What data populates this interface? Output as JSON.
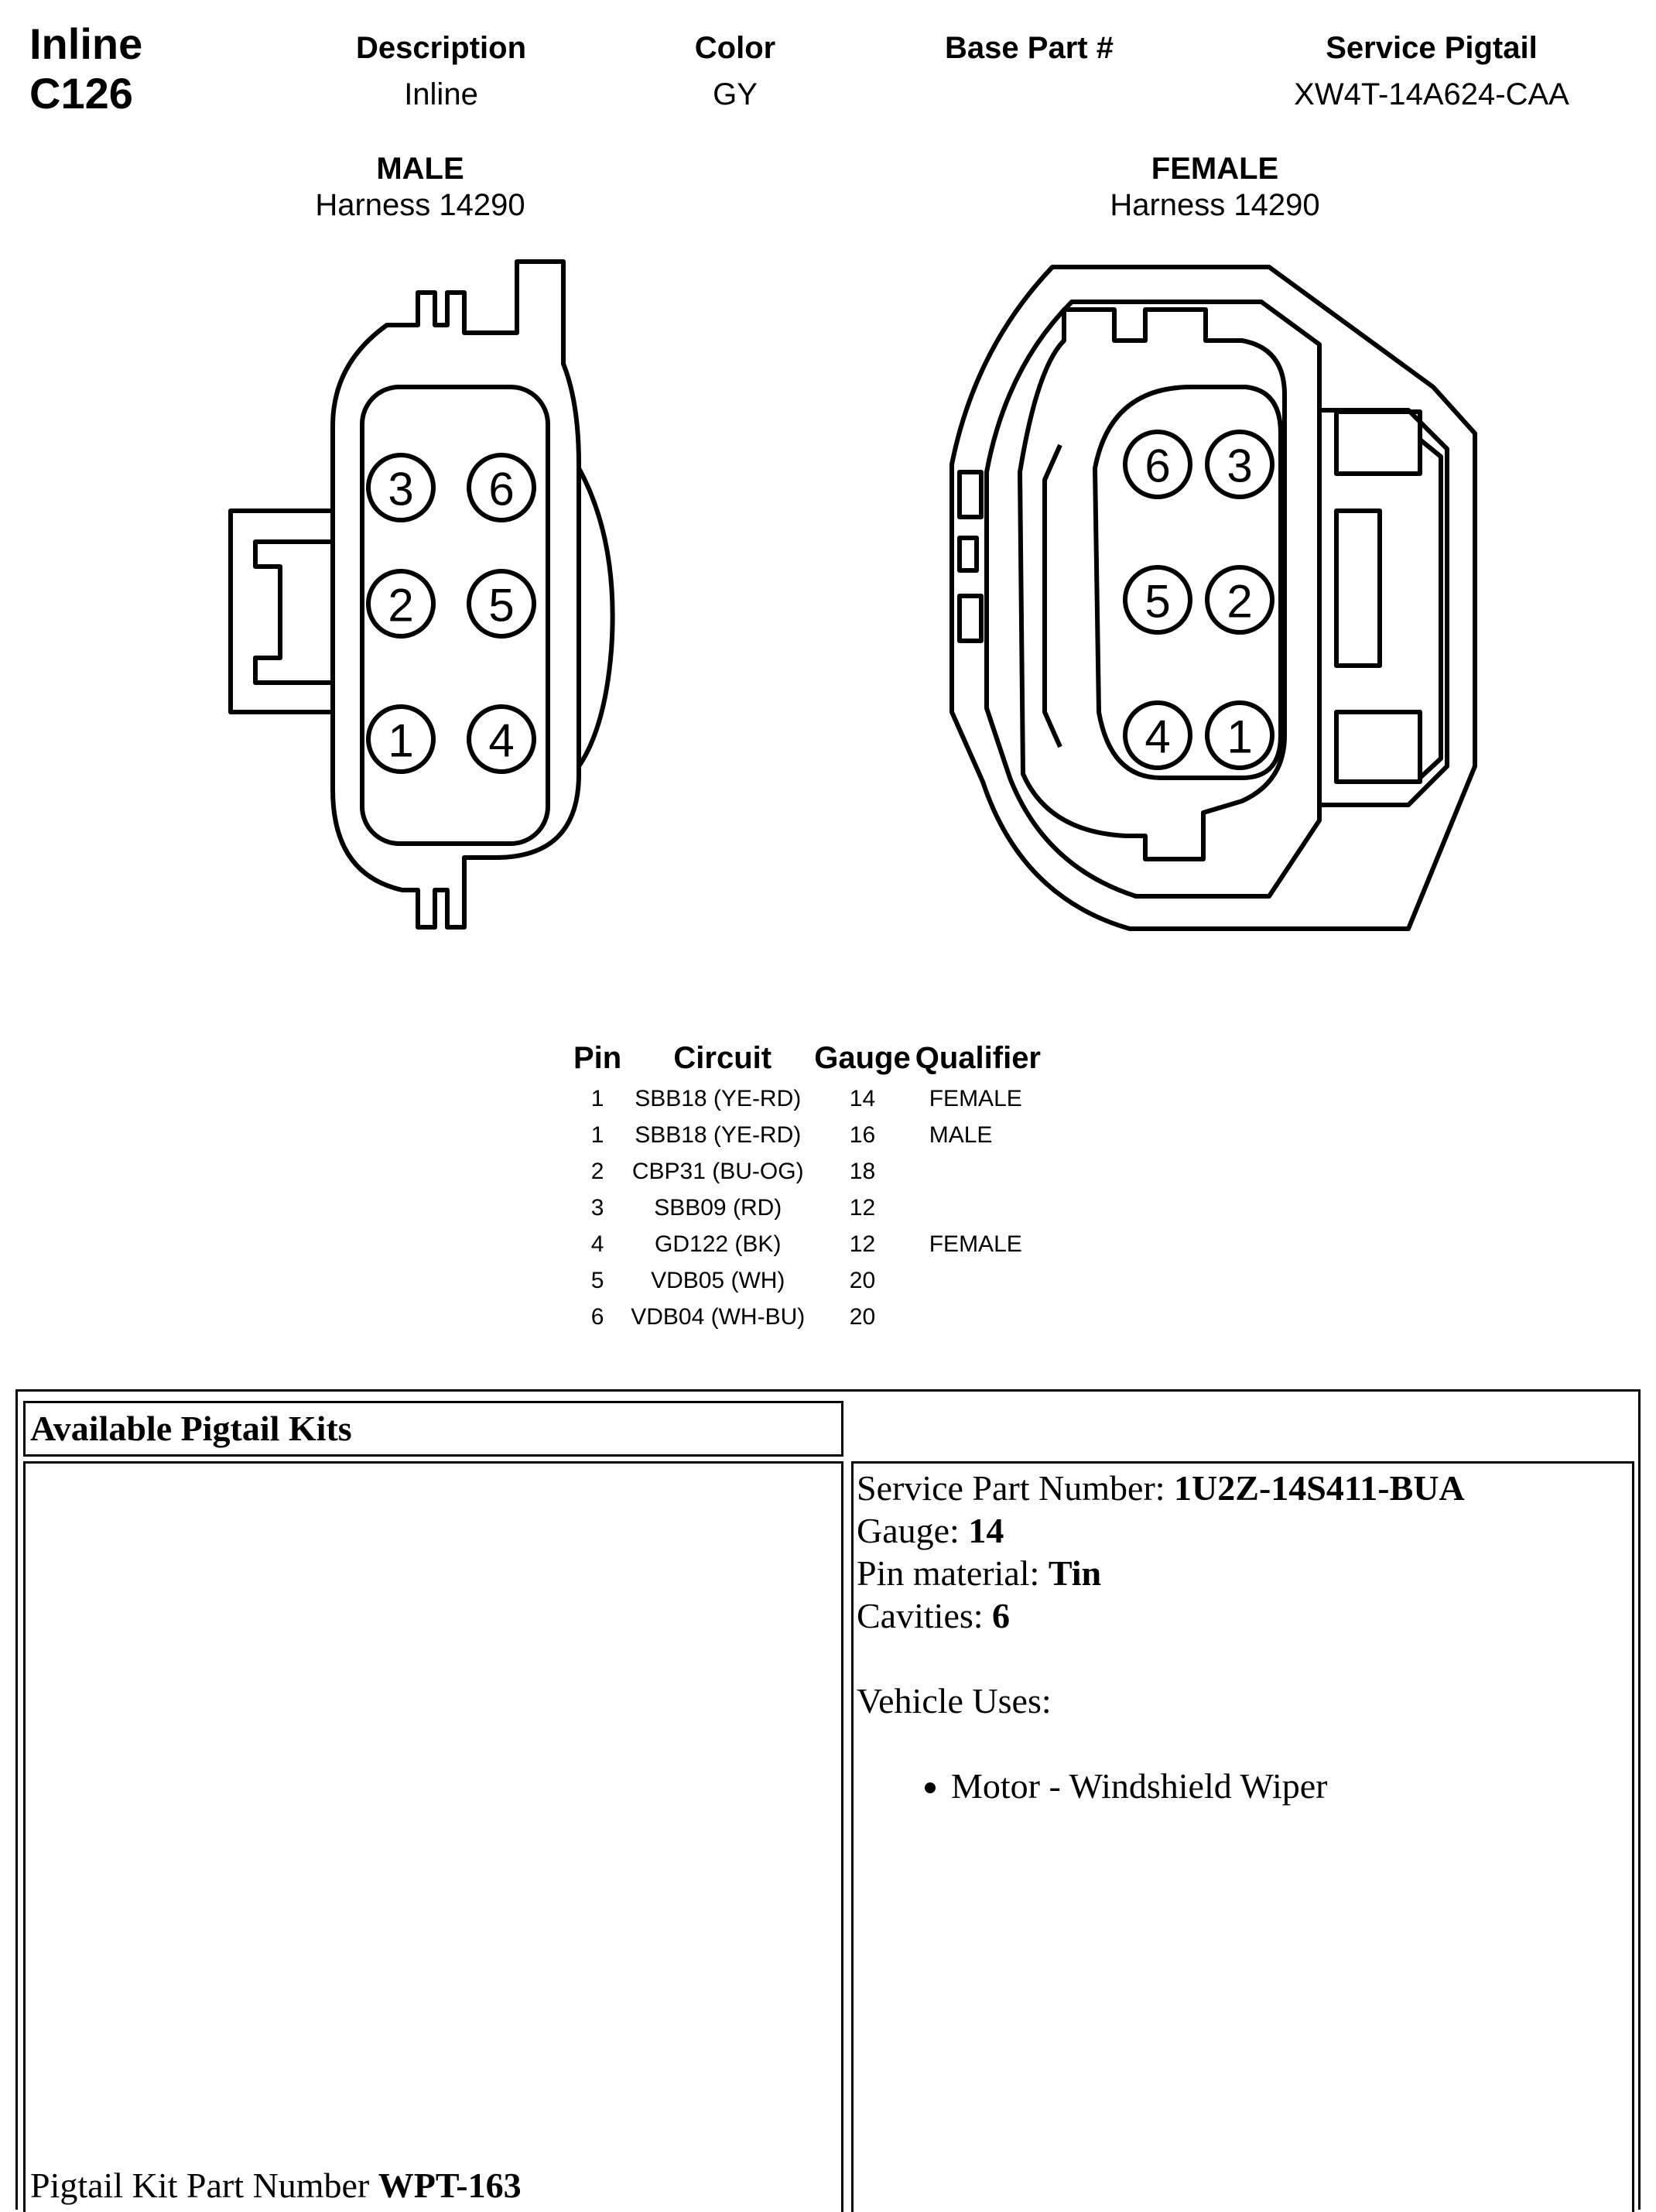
{
  "connector": {
    "type": "Inline",
    "id": "C126",
    "headers": {
      "description": "Description",
      "color": "Color",
      "base_part": "Base Part #",
      "service_pigtail": "Service Pigtail"
    },
    "values": {
      "description": "Inline",
      "color": "GY",
      "base_part": "",
      "service_pigtail": "XW4T-14A624-CAA"
    }
  },
  "male": {
    "title": "MALE",
    "harness": "Harness 14290",
    "pins": [
      "3",
      "6",
      "2",
      "5",
      "1",
      "4"
    ]
  },
  "female": {
    "title": "FEMALE",
    "harness": "Harness 14290",
    "pins": [
      "6",
      "3",
      "5",
      "2",
      "4",
      "1"
    ]
  },
  "pin_table": {
    "columns": [
      "Pin",
      "Circuit",
      "Gauge",
      "Qualifier"
    ],
    "rows": [
      {
        "pin": "1",
        "circuit": "SBB18 (YE-RD)",
        "gauge": "14",
        "qualifier": "FEMALE"
      },
      {
        "pin": "1",
        "circuit": "SBB18 (YE-RD)",
        "gauge": "16",
        "qualifier": "MALE"
      },
      {
        "pin": "2",
        "circuit": "CBP31 (BU-OG)",
        "gauge": "18",
        "qualifier": ""
      },
      {
        "pin": "3",
        "circuit": "SBB09 (RD)",
        "gauge": "12",
        "qualifier": ""
      },
      {
        "pin": "4",
        "circuit": "GD122 (BK)",
        "gauge": "12",
        "qualifier": "FEMALE"
      },
      {
        "pin": "5",
        "circuit": "VDB05 (WH)",
        "gauge": "20",
        "qualifier": ""
      },
      {
        "pin": "6",
        "circuit": "VDB04 (WH-BU)",
        "gauge": "20",
        "qualifier": ""
      }
    ]
  },
  "pigtail_kits": {
    "heading": "Available Pigtail Kits",
    "kit_label": "Pigtail Kit Part Number ",
    "kit_number": "WPT-163",
    "service_part_label": "Service Part Number: ",
    "service_part_value": "1U2Z-14S411-BUA",
    "gauge_label": "Gauge: ",
    "gauge_value": "14",
    "pin_material_label": "Pin material: ",
    "pin_material_value": "Tin",
    "cavities_label": "Cavities: ",
    "cavities_value": "6",
    "vehicle_uses_label": "Vehicle Uses:",
    "vehicle_uses": [
      "Motor - Windshield Wiper"
    ]
  }
}
